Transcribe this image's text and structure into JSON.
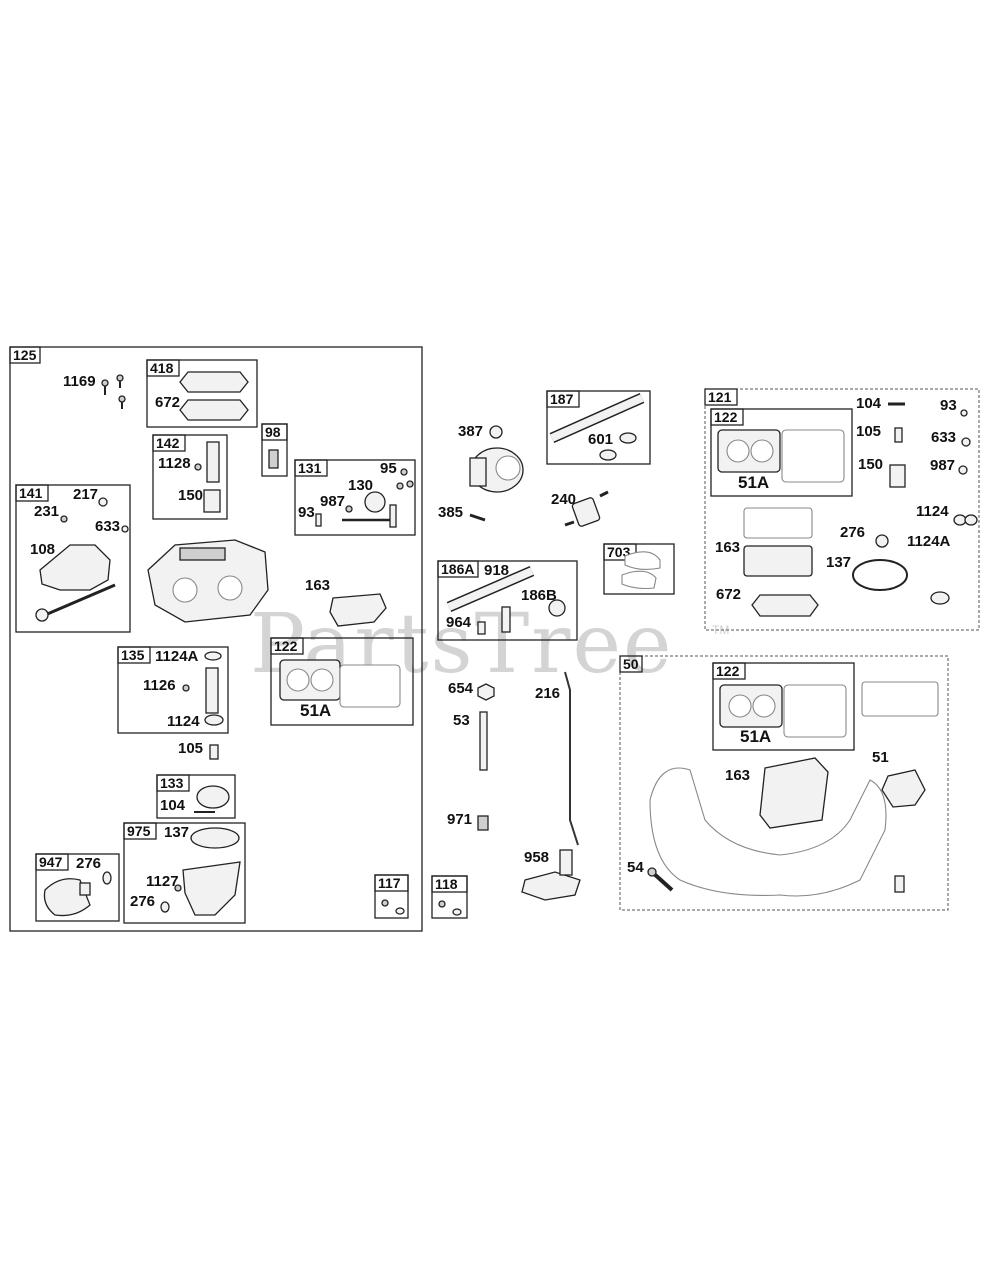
{
  "watermark": {
    "text": "PartsTree",
    "tm": "TM"
  },
  "labels": {
    "l1169": "1169",
    "l672a": "672",
    "l1128": "1128",
    "l150a": "150",
    "l231": "231",
    "l217": "217",
    "l633a": "633",
    "l108": "108",
    "l95": "95",
    "l130": "130",
    "l987a": "987",
    "l93a": "93",
    "l163a": "163",
    "l1124Aa": "1124A",
    "l1126": "1126",
    "l1124a": "1124",
    "l51Aa": "51A",
    "l105a": "105",
    "l104a": "104",
    "l137a": "137",
    "l1127": "1127",
    "l276a": "276",
    "l276b": "276",
    "l387": "387",
    "l385": "385",
    "l601": "601",
    "l240": "240",
    "l918": "918",
    "l186B": "186B",
    "l964": "964",
    "l654": "654",
    "l53": "53",
    "l216": "216",
    "l971": "971",
    "l958": "958",
    "l104b": "104",
    "l93b": "93",
    "l105b": "105",
    "l633b": "633",
    "l150b": "150",
    "l987b": "987",
    "l51Ab": "51A",
    "l1124b": "1124",
    "l1124Ab": "1124A",
    "l163b": "163",
    "l276c": "276",
    "l137b": "137",
    "l672b": "672",
    "l51Ac": "51A",
    "l163c": "163",
    "l51": "51",
    "l54": "54"
  },
  "tags": {
    "t125": "125",
    "t418": "418",
    "t142": "142",
    "t98": "98",
    "t131": "131",
    "t141": "141",
    "t135": "135",
    "t122a": "122",
    "t133": "133",
    "t975": "975",
    "t947": "947",
    "t117": "117",
    "t118": "118",
    "t187": "187",
    "t186A": "186A",
    "t703": "703",
    "t121": "121",
    "t122b": "122",
    "t50": "50",
    "t122c": "122"
  }
}
